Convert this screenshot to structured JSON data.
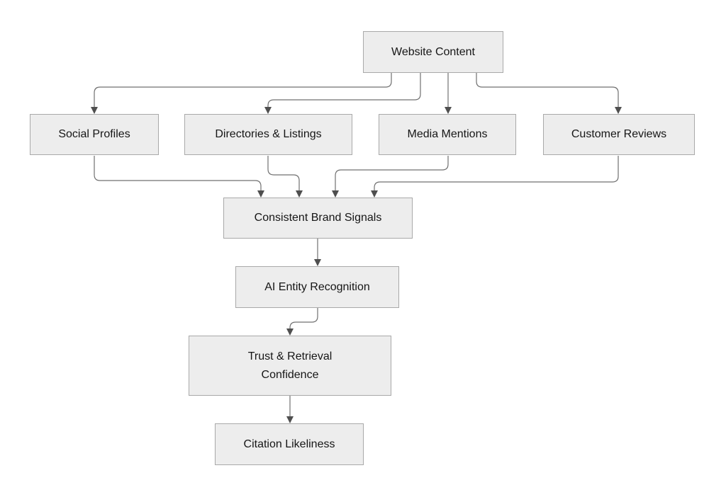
{
  "diagram": {
    "type": "flowchart",
    "direction": "top-down",
    "nodes": {
      "website_content": {
        "label": "Website Content"
      },
      "social_profiles": {
        "label": "Social Profiles"
      },
      "directories_listings": {
        "label": "Directories & Listings"
      },
      "media_mentions": {
        "label": "Media Mentions"
      },
      "customer_reviews": {
        "label": "Customer Reviews"
      },
      "consistent_brand_signals": {
        "label": "Consistent Brand Signals"
      },
      "ai_entity_recognition": {
        "label": "AI Entity Recognition"
      },
      "trust_retrieval_confidence": {
        "label": "Trust & Retrieval Confidence"
      },
      "citation_likeliness": {
        "label": "Citation Likeliness"
      }
    },
    "edges": [
      {
        "from": "Website Content",
        "to": "Social Profiles"
      },
      {
        "from": "Website Content",
        "to": "Directories & Listings"
      },
      {
        "from": "Website Content",
        "to": "Media Mentions"
      },
      {
        "from": "Website Content",
        "to": "Customer Reviews"
      },
      {
        "from": "Social Profiles",
        "to": "Consistent Brand Signals"
      },
      {
        "from": "Directories & Listings",
        "to": "Consistent Brand Signals"
      },
      {
        "from": "Media Mentions",
        "to": "Consistent Brand Signals"
      },
      {
        "from": "Customer Reviews",
        "to": "Consistent Brand Signals"
      },
      {
        "from": "Consistent Brand Signals",
        "to": "AI Entity Recognition"
      },
      {
        "from": "AI Entity Recognition",
        "to": "Trust & Retrieval Confidence"
      },
      {
        "from": "Trust & Retrieval Confidence",
        "to": "Citation Likeliness"
      }
    ],
    "colors": {
      "background": "#ffffff",
      "node_fill": "#ededed",
      "node_border": "#a9a9a9",
      "connector": "#707070",
      "arrowhead": "#4f4f4f",
      "text": "#161616"
    }
  }
}
